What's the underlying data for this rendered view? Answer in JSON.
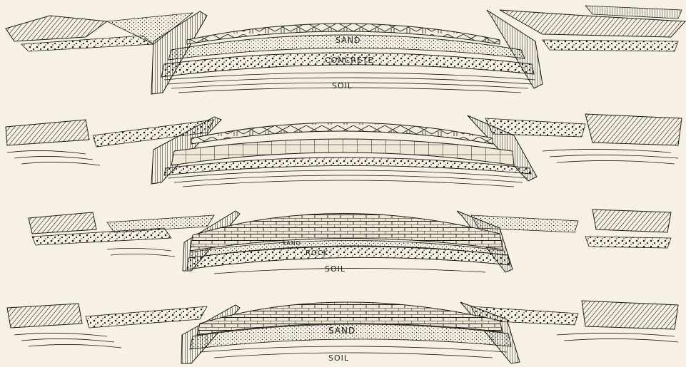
{
  "palette": {
    "paper": "#f6f1e4",
    "ink": "#1c1a16"
  },
  "sections": [
    {
      "id": "section-1",
      "labels": [
        "SAND",
        "CONCRETE",
        "SOIL"
      ]
    },
    {
      "id": "section-2",
      "labels": []
    },
    {
      "id": "section-3",
      "labels": [
        "SAND",
        "ROCK",
        "SOIL"
      ]
    },
    {
      "id": "section-4",
      "labels": [
        "SAND",
        "SOIL"
      ]
    }
  ]
}
